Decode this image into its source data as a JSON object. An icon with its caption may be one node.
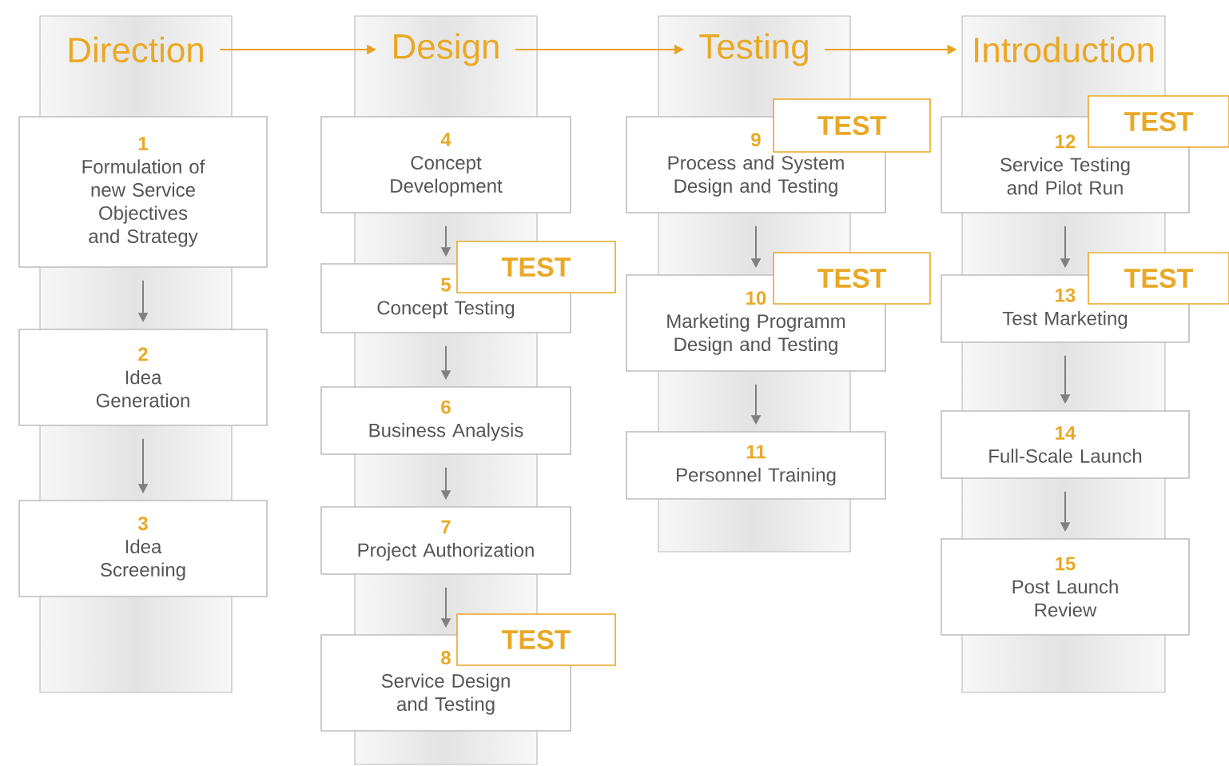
{
  "diagram": {
    "nodes": [
      {
        "text": [
          "Direction"
        ]
      },
      {
        "text": [
          "Design"
        ]
      },
      {
        "text": [
          "Testing"
        ]
      },
      {
        "text": [
          "Introduction"
        ]
      },
      {
        "text": [
          "1",
          "Formulation of new Service Objectives and Strategy"
        ]
      },
      {
        "text": [
          "2",
          "Idea Generation"
        ]
      },
      {
        "text": [
          "3",
          "Idea Screening"
        ]
      },
      {
        "text": [
          "4",
          "Concept Development"
        ]
      },
      {
        "text": [
          "5",
          "Concept Testing"
        ]
      },
      {
        "text": [
          "6",
          "Business Analysis"
        ]
      },
      {
        "text": [
          "7",
          "Project Authorization"
        ]
      },
      {
        "text": [
          "8",
          "Service Design and Testing"
        ]
      },
      {
        "text": [
          "9",
          "Process and System Design and Testing"
        ]
      },
      {
        "text": [
          "10",
          "Marketing Programm Design and Testing"
        ]
      },
      {
        "text": [
          "11",
          "Personnel Training"
        ]
      },
      {
        "text": [
          "12",
          "Service Testing and Pilot Run"
        ]
      },
      {
        "text": [
          "13",
          "Test Marketing"
        ]
      },
      {
        "text": [
          "14",
          "Full-Scale Launch"
        ]
      },
      {
        "text": [
          "15",
          "Post Launch Review"
        ]
      },
      {
        "text": [
          "TEST"
        ]
      },
      {
        "text": [
          "TEST"
        ]
      },
      {
        "text": [
          "TEST"
        ]
      },
      {
        "text": [
          "TEST"
        ]
      },
      {
        "text": [
          "TEST"
        ]
      },
      {
        "text": [
          "TEST"
        ]
      }
    ],
    "edges": [
      {
        "from": 0,
        "to": 1,
        "arrow": "to",
        "color": "#e8a225"
      },
      {
        "from": 1,
        "to": 2,
        "arrow": "to",
        "color": "#e8a225"
      },
      {
        "from": 2,
        "to": 3,
        "arrow": "to",
        "color": "#e8a225"
      },
      {
        "from": 4,
        "to": 5,
        "arrow": "to"
      },
      {
        "from": 5,
        "to": 6,
        "arrow": "to"
      },
      {
        "from": 7,
        "to": 8,
        "arrow": "to"
      },
      {
        "from": 8,
        "to": 9,
        "arrow": "to"
      },
      {
        "from": 9,
        "to": 10,
        "arrow": "to"
      },
      {
        "from": 10,
        "to": 11,
        "arrow": "to"
      },
      {
        "from": 12,
        "to": 13,
        "arrow": "to"
      },
      {
        "from": 13,
        "to": 14,
        "arrow": "to"
      },
      {
        "from": 15,
        "to": 16,
        "arrow": "to"
      },
      {
        "from": 16,
        "to": 17,
        "arrow": "to"
      },
      {
        "from": 17,
        "to": 18,
        "arrow": "to"
      }
    ]
  }
}
